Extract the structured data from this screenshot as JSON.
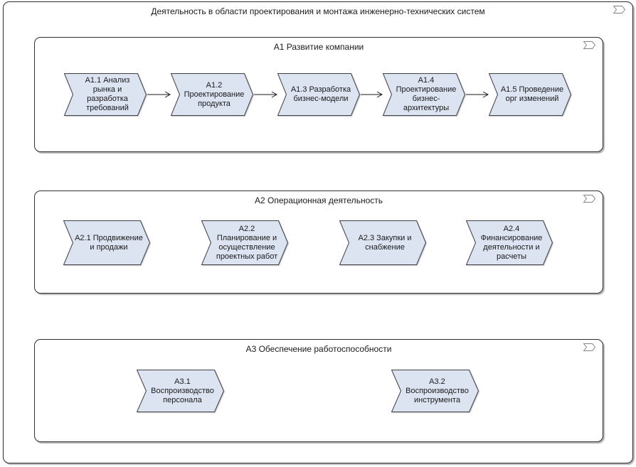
{
  "diagram": {
    "title": "Деятельность в области проектирования и монтажа инженерно-технических систем",
    "groups": [
      {
        "title": "А1 Развитие компании",
        "blocks": [
          {
            "label": "А1.1 Анализ рынка и разработка требований"
          },
          {
            "label": "А1.2 Проектирование продукта"
          },
          {
            "label": "А1.3 Разработка бизнес-модели"
          },
          {
            "label": "А1.4 Проектирование бизнес-архитектуры"
          },
          {
            "label": "А1.5 Проведение орг изменений"
          }
        ]
      },
      {
        "title": "А2 Операционная деятельность",
        "blocks": [
          {
            "label": "А2.1 Продвижение и продажи"
          },
          {
            "label": "А2.2 Планирование и осуществление проектных работ"
          },
          {
            "label": "А2.3 Закупки и снабжение"
          },
          {
            "label": "А2.4 Финансирование деятельности и расчеты"
          }
        ]
      },
      {
        "title": "А3 Обеспечение работоспособности",
        "blocks": [
          {
            "label": "А3.1 Воспроизводство персонала"
          },
          {
            "label": "А3.2 Воспроизводство инструмента"
          }
        ]
      }
    ],
    "icons": {
      "corner": "subprocess-chevron-icon"
    },
    "colors": {
      "block_fill": "#dce4f2",
      "block_border": "#3f3f46",
      "frame_border": "#2e2e2e",
      "icon_stroke": "#848484",
      "background": "#ffffff"
    }
  }
}
